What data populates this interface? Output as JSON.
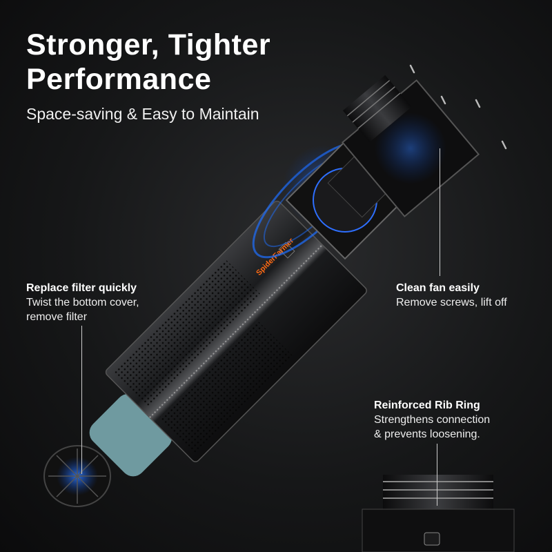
{
  "headline": {
    "line1": "Stronger, Tighter",
    "line2": "Performance"
  },
  "subtitle": "Space-saving & Easy to Maintain",
  "brand_logo": "SpiderFarmer",
  "callouts": [
    {
      "title": "Replace filter quickly",
      "line1": "Twist the bottom cover,",
      "line2": "remove filter"
    },
    {
      "title": "Clean fan easily",
      "line1": "Remove screws, lift off"
    },
    {
      "title": "Reinforced Rib Ring",
      "line1": "Strengthens connection",
      "line2": "& prevents loosening."
    }
  ],
  "colors": {
    "background": "#141516",
    "accent_blue": "#1e6fff",
    "brand_orange": "#ff6a13",
    "filter_teal": "#6f9aa0"
  }
}
